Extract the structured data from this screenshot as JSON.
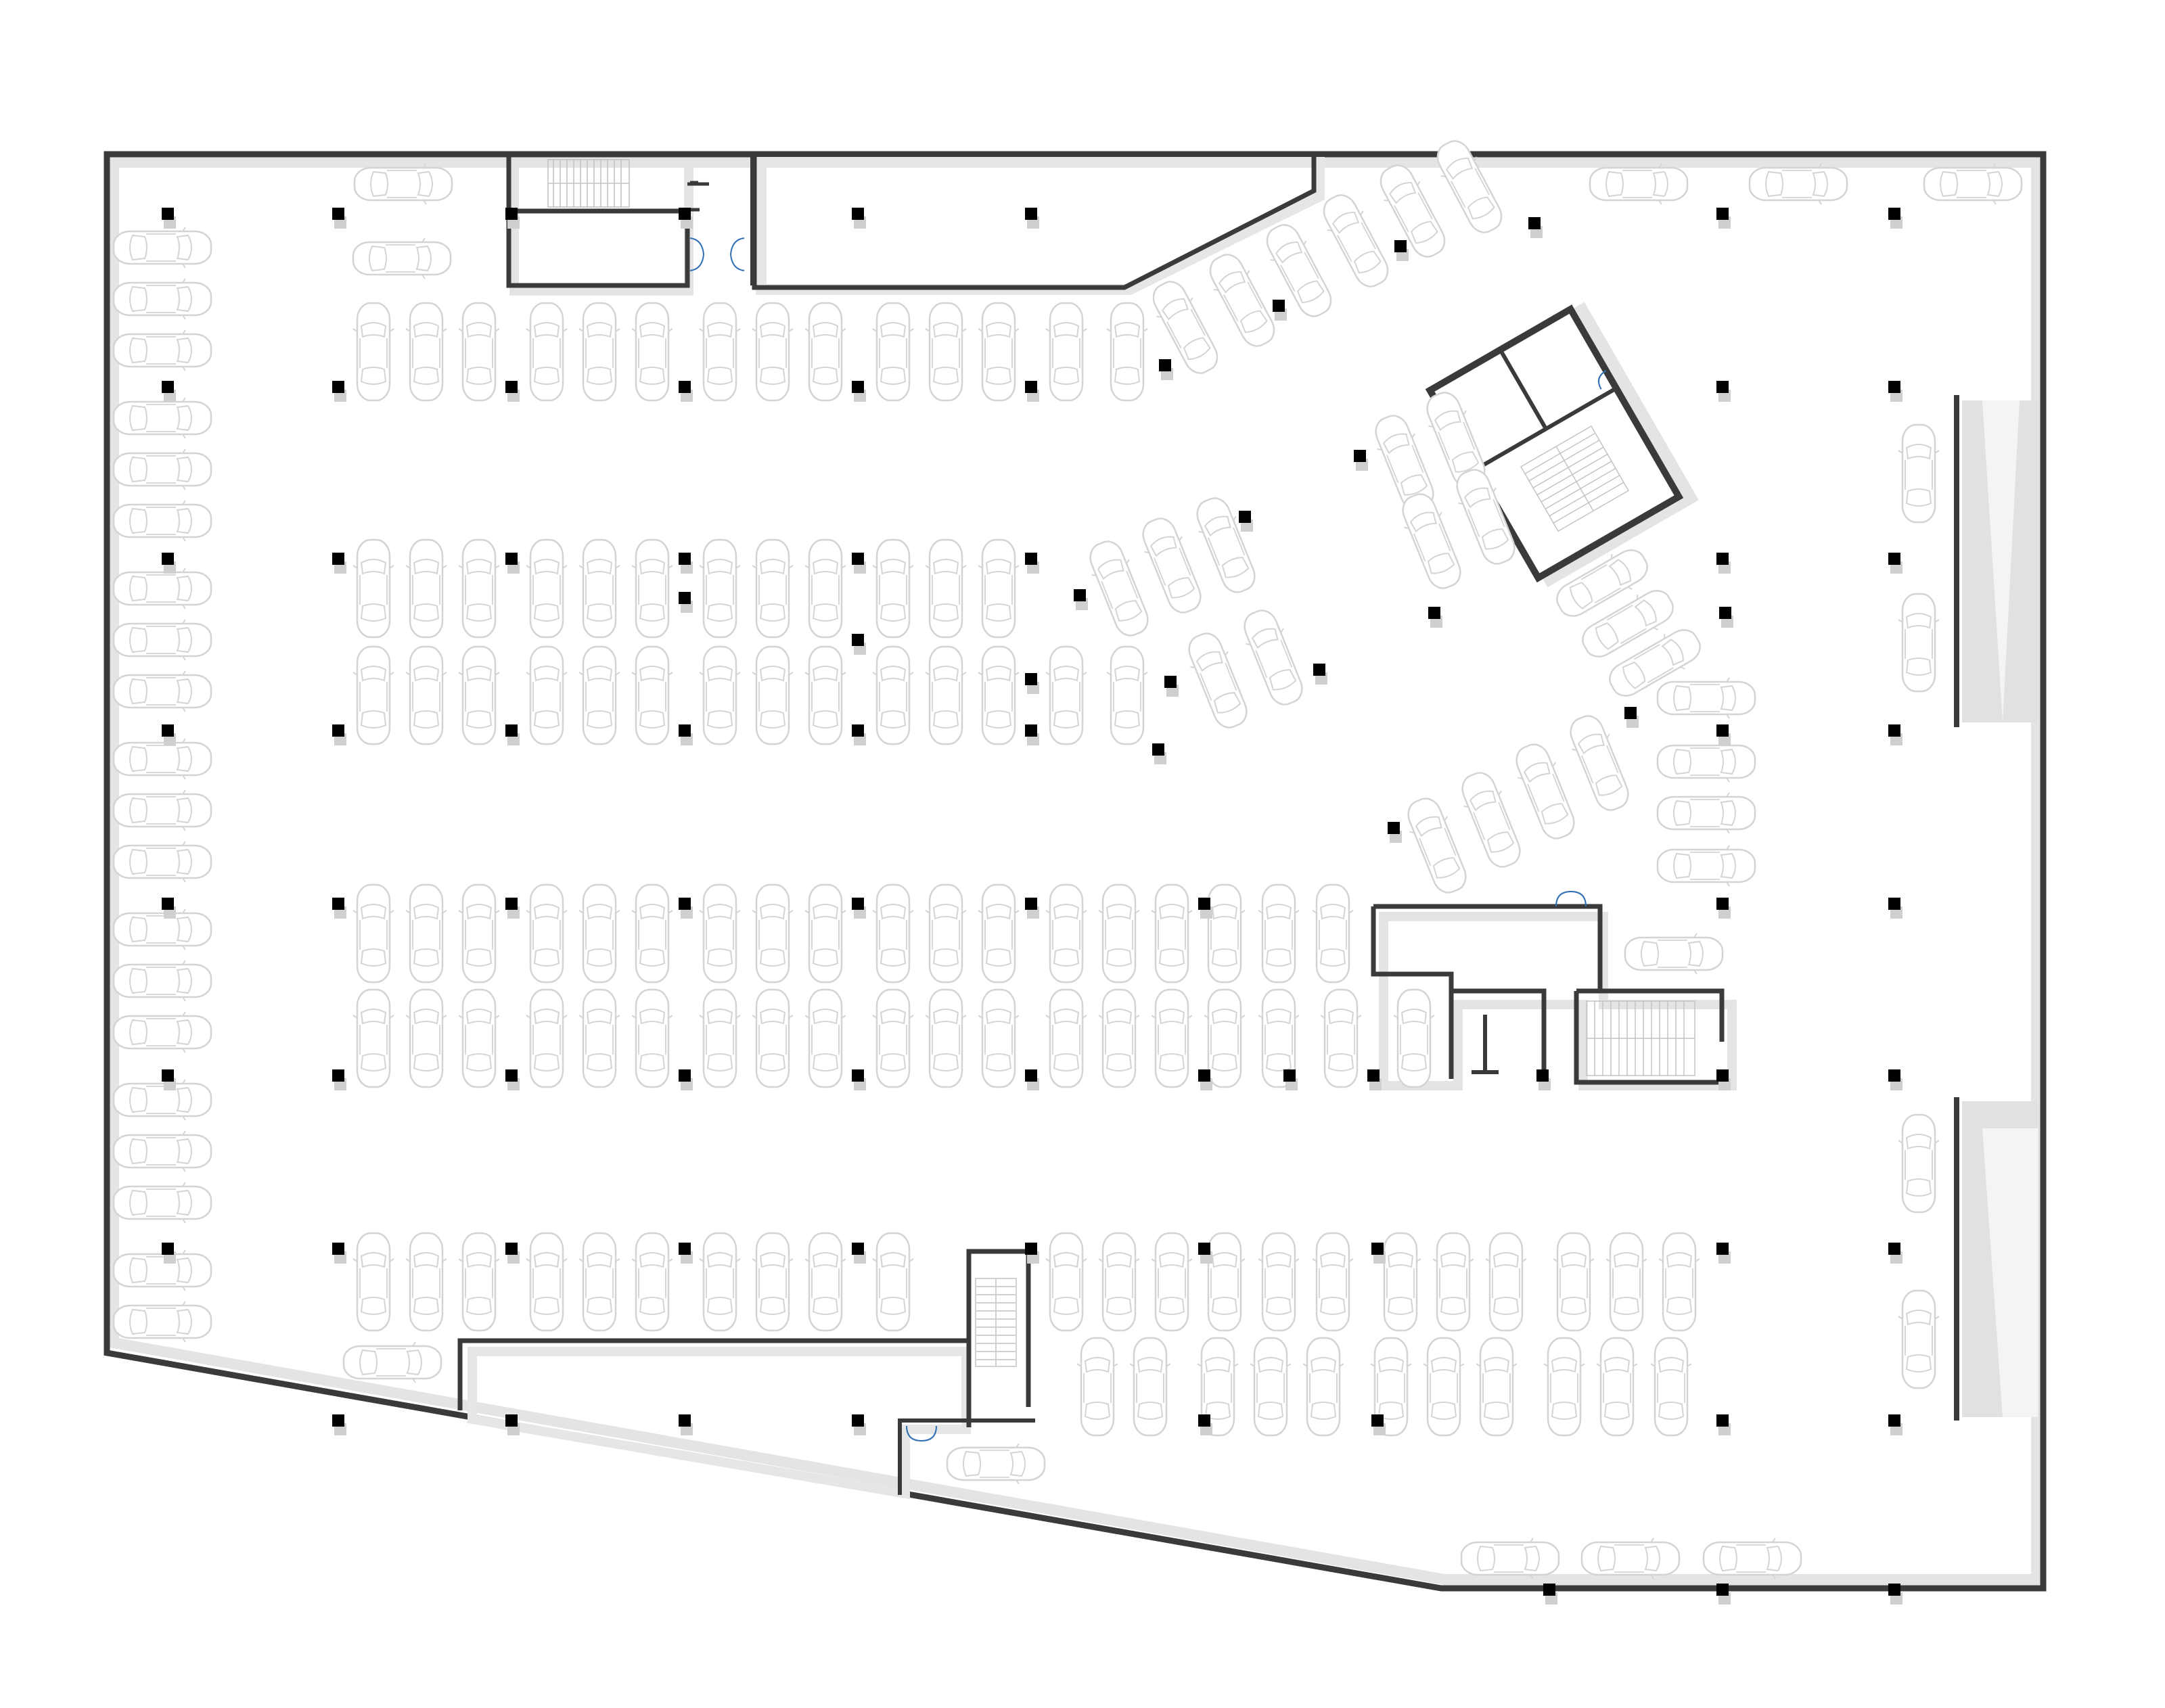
{
  "drawing": {
    "kind": "floor-plan",
    "subject": "underground-parking-level",
    "has_text": false
  },
  "colors": {
    "background": "#ffffff",
    "wall": "#3a3a3a",
    "wall_shadow": "#dcdcdc",
    "column": "#000000",
    "column_shadow": "#cfcfcf",
    "car_outline": "#d4d4d4",
    "car_fill": "#ffffff",
    "door": "#2f6fb3",
    "stair_line": "#bdbdbd",
    "ramp_shade": "#e6e6e6"
  },
  "elements": {
    "outer_wall": "perimeter-wall",
    "cores": [
      "stair-core-north",
      "stair-core-rotated",
      "stair-core-east",
      "stair-core-south"
    ],
    "ramps": [
      "ramp-east-upper",
      "ramp-east-lower"
    ],
    "icons": [
      "car-icon",
      "column-icon",
      "door-icon",
      "stair-icon"
    ]
  }
}
